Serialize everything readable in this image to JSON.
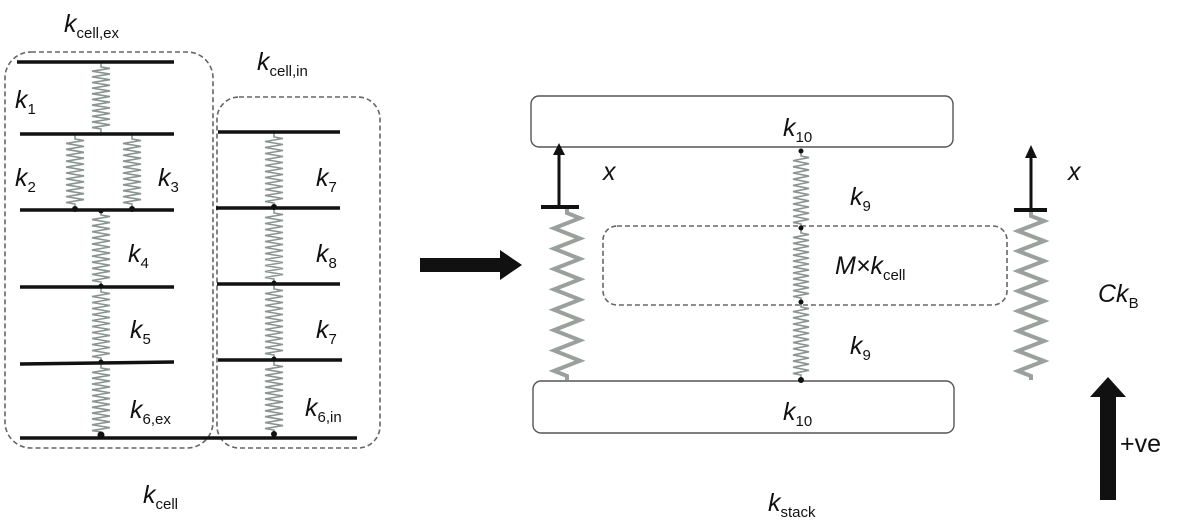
{
  "left": {
    "group_ex_label": {
      "main": "k",
      "sub": "cell,ex"
    },
    "group_in_label": {
      "main": "k",
      "sub": "cell,in"
    },
    "cell_label": {
      "main": "k",
      "sub": "cell"
    },
    "springs": [
      {
        "main": "k",
        "sub": "1"
      },
      {
        "main": "k",
        "sub": "2"
      },
      {
        "main": "k",
        "sub": "3"
      },
      {
        "main": "k",
        "sub": "4"
      },
      {
        "main": "k",
        "sub": "5"
      },
      {
        "main": "k",
        "sub": "6,ex"
      },
      {
        "main": "k",
        "sub": "7"
      },
      {
        "main": "k",
        "sub": "8"
      },
      {
        "main": "k",
        "sub": "7"
      },
      {
        "main": "k",
        "sub": "6,in"
      }
    ]
  },
  "right": {
    "top_plate": {
      "main": "k",
      "sub": "10"
    },
    "bottom_plate": {
      "main": "k",
      "sub": "10"
    },
    "upper_spring": {
      "main": "k",
      "sub": "9"
    },
    "lower_spring": {
      "main": "k",
      "sub": "9"
    },
    "cells": {
      "prefix": "M×",
      "main": "k",
      "sub": "cell"
    },
    "bolt": {
      "main": "Ck",
      "sub": "B"
    },
    "displacement_left": "x",
    "displacement_right": "x",
    "direction": "+ve",
    "stack_label": {
      "main": "k",
      "sub": "stack"
    }
  }
}
